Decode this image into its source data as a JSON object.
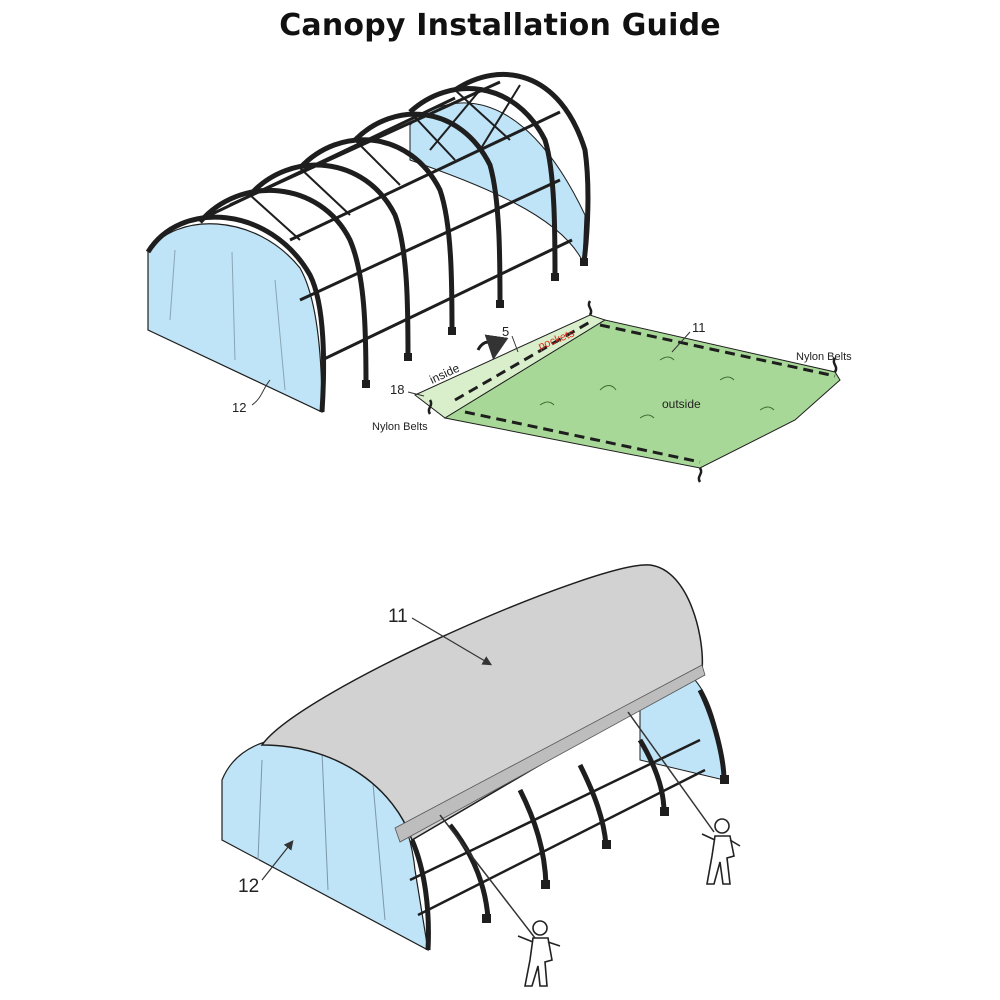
{
  "title": "Canopy Installation Guide",
  "colors": {
    "end_wall": "#bfe3f7",
    "canopy_sheet": "#a8d897",
    "canopy_sheet_edge": "#d9efcb",
    "installed_canopy": "#d2d2d2",
    "frame": "#1e1e1e",
    "pockets_text": "#e0301e"
  },
  "figure_top": {
    "labels": {
      "end_wall": "12",
      "canopy": "11",
      "part_5": "5",
      "part_18": "18",
      "inside": "inside",
      "outside": "outside",
      "pockets": "pockets",
      "nylon_belts_right": "Nylon Belts",
      "nylon_belts_left": "Nylon Belts"
    }
  },
  "figure_bottom": {
    "labels": {
      "canopy": "11",
      "end_wall": "12"
    }
  }
}
